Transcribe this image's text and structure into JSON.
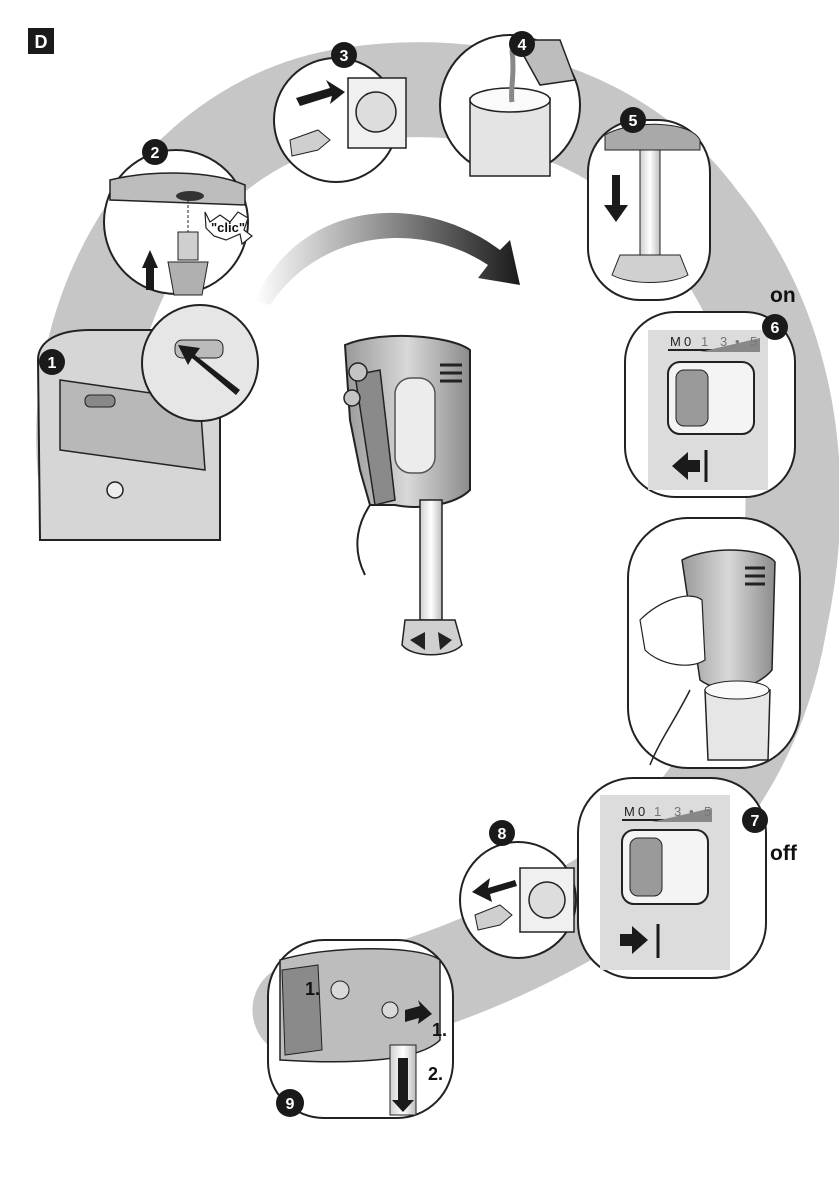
{
  "section_letter": "D",
  "steps": [
    {
      "number": "1"
    },
    {
      "number": "2",
      "callout": "\"clic\""
    },
    {
      "number": "3"
    },
    {
      "number": "4"
    },
    {
      "number": "5"
    },
    {
      "number": "6",
      "state_label": "on",
      "scale": [
        "M",
        "0",
        "1",
        "3",
        "•",
        "5"
      ]
    },
    {
      "number": "7",
      "state_label": "off",
      "scale": [
        "M",
        "0",
        "1",
        "3",
        "•",
        "5"
      ]
    },
    {
      "number": "8"
    },
    {
      "number": "9",
      "sub_steps": [
        "1.",
        "1.",
        "2."
      ]
    }
  ],
  "colors": {
    "path_shadow": "#c6c6c6",
    "device_grey": "#b9b9b9",
    "device_dark": "#7d7d7d",
    "badge": "#1a1a1a"
  }
}
